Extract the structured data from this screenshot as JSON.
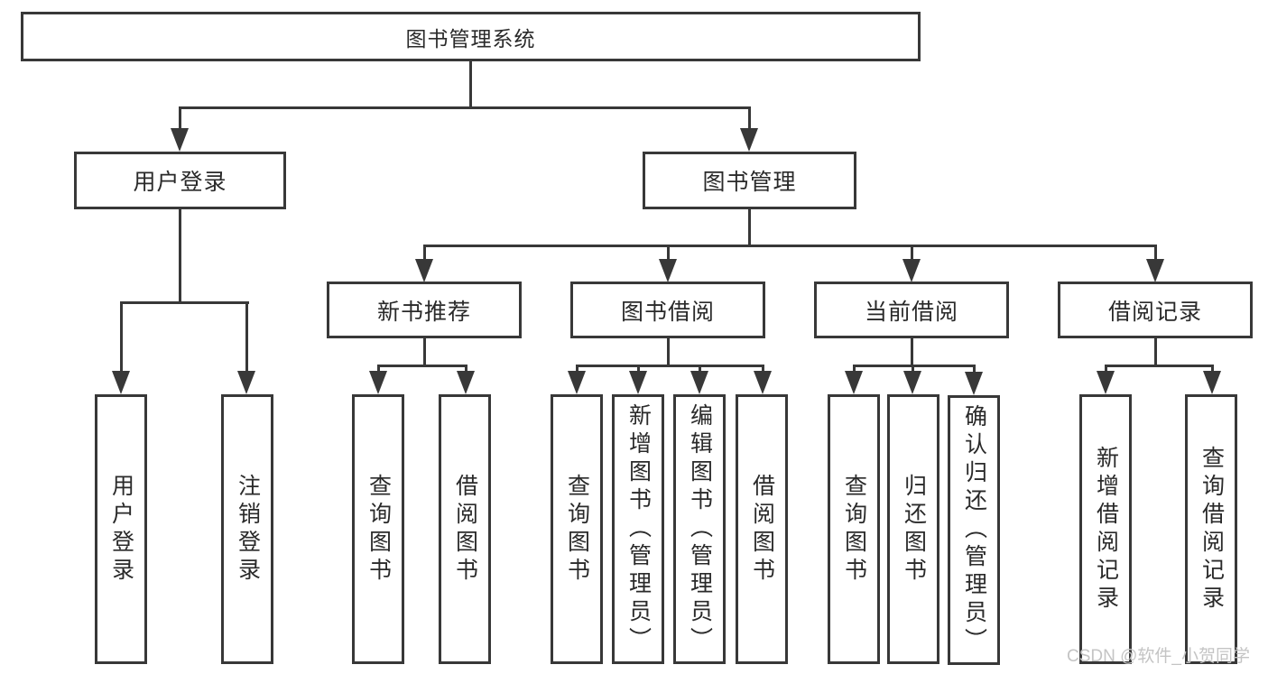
{
  "colors": {
    "line": "#383838",
    "text": "#2a2a2a",
    "watermark": "#c4c4c4",
    "background": "#ffffff"
  },
  "watermark": {
    "text": "CSDN @软件_小贺同学"
  },
  "tree": {
    "label": "图书管理系统",
    "children": [
      {
        "label": "用户登录",
        "children": [
          {
            "label": "用户登录"
          },
          {
            "label": "注销登录"
          }
        ]
      },
      {
        "label": "图书管理",
        "children": [
          {
            "label": "新书推荐",
            "children": [
              {
                "label": "查询图书"
              },
              {
                "label": "借阅图书"
              }
            ]
          },
          {
            "label": "图书借阅",
            "children": [
              {
                "label": "查询图书"
              },
              {
                "label": "新增图书（管理员）"
              },
              {
                "label": "编辑图书（管理员）"
              },
              {
                "label": "借阅图书"
              }
            ]
          },
          {
            "label": "当前借阅",
            "children": [
              {
                "label": "查询图书"
              },
              {
                "label": "归还图书"
              },
              {
                "label": "确认归还（管理员）"
              }
            ]
          },
          {
            "label": "借阅记录",
            "children": [
              {
                "label": "新增借阅记录"
              },
              {
                "label": "查询借阅记录"
              }
            ]
          }
        ]
      }
    ]
  }
}
